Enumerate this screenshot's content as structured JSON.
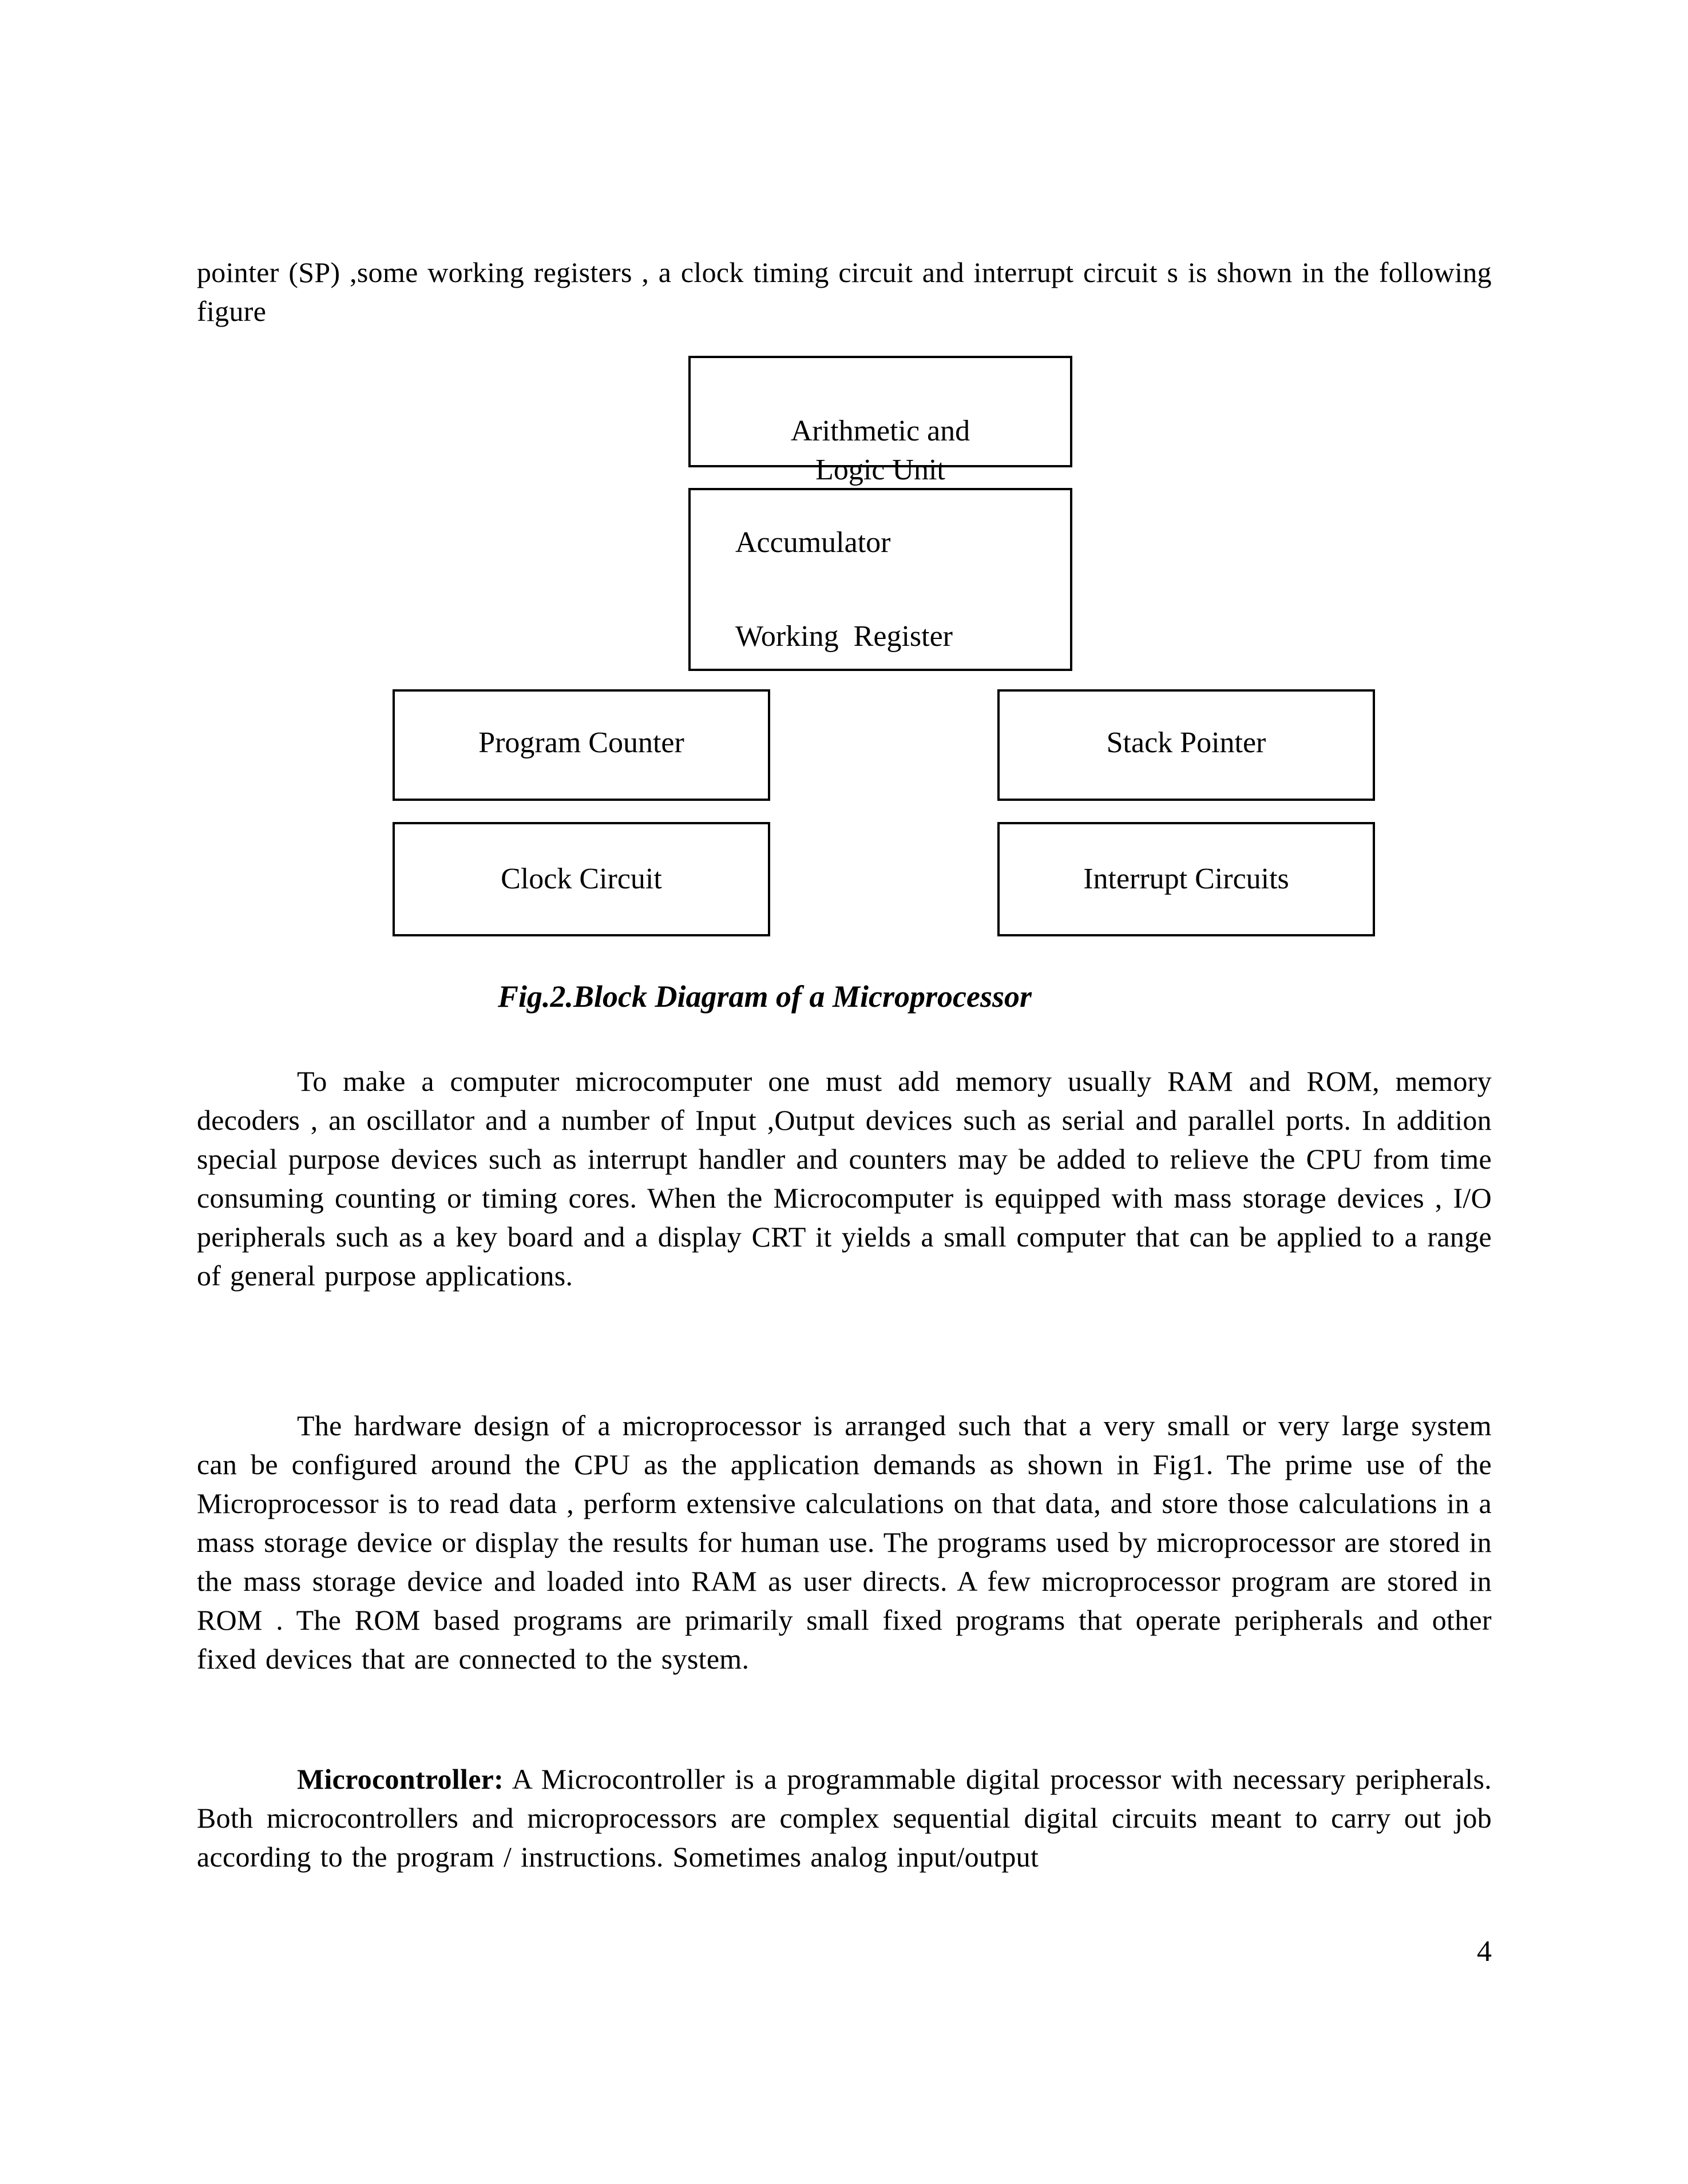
{
  "page": {
    "number": "4"
  },
  "paragraphs": {
    "intro": "pointer (SP) ,some working registers , a clock timing circuit and interrupt circuit s is shown in the following figure",
    "body1": "To make a computer microcomputer one must add memory usually RAM and ROM, memory decoders , an oscillator and a number of Input ,Output devices such as serial and parallel ports. In addition special purpose devices such as interrupt handler and counters may be added to relieve the CPU from time consuming counting or timing cores. When the Microcomputer is equipped with mass storage devices , I/O peripherals such as a key board and a display CRT it yields a small computer that can be applied to a range of general purpose applications.",
    "body2": "The hardware design of a microprocessor is arranged such that a very small or very large system can be configured around the CPU as the application demands as shown in Fig1. The prime use of the Microprocessor is to read data , perform extensive calculations on that data, and store those calculations in a mass storage device or display the results for human use. The programs used by microprocessor are stored in the mass storage device and loaded into RAM as user directs. A few microprocessor program are stored in ROM . The ROM based programs are primarily small fixed programs that operate peripherals and other fixed devices that are connected to the system.",
    "micro_label": "Microcontroller:",
    "micro_rest": " A Microcontroller is a programmable digital processor with necessary peripherals. Both microcontrollers and microprocessors are complex sequential digital circuits meant to carry out job according to the program / instructions. Sometimes analog input/output"
  },
  "figure": {
    "caption": "Fig.2.Block Diagram of a Microprocessor",
    "boxes": {
      "alu": "Arithmetic and\nLogic Unit",
      "accumulator": "Accumulator",
      "working_register": "Working  Register",
      "program_counter": "Program Counter",
      "stack_pointer": "Stack Pointer",
      "clock_circuit": "Clock Circuit",
      "interrupt_circuits": "Interrupt Circuits"
    }
  }
}
